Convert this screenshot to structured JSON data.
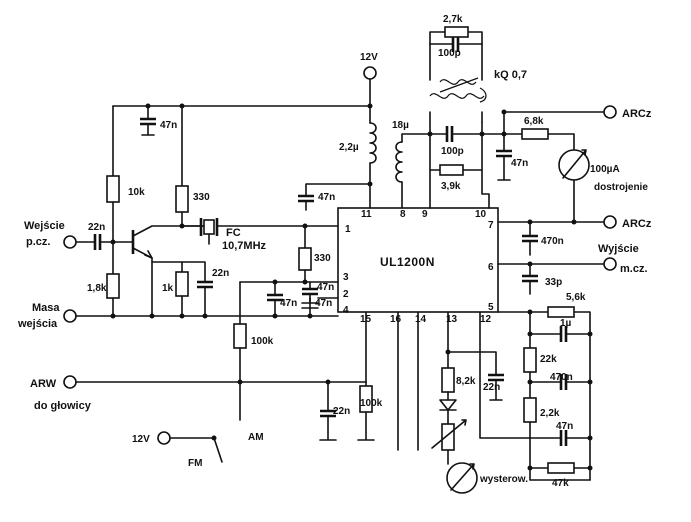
{
  "ic": {
    "name": "UL1200N",
    "pins": {
      "p1": "1",
      "p2": "2",
      "p3": "3",
      "p4": "4",
      "p5": "5",
      "p6": "6",
      "p7": "7",
      "p8": "8",
      "p9": "9",
      "p10": "10",
      "p11": "11",
      "p12": "12",
      "p13": "13",
      "p14": "14",
      "p15": "15",
      "p16": "16"
    }
  },
  "terminals": {
    "supply": "12V",
    "input_label_1": "Wejście",
    "input_label_2": "p.cz.",
    "ground_label_1": "Masa",
    "ground_label_2": "wejścia",
    "agc_label_1": "ARW",
    "agc_label_2": "do głowicy",
    "arcz_top": "ARCz",
    "arcz_mid": "ARCz",
    "output_label_1": "Wyjście",
    "output_label_2": "m.cz.",
    "switch_supply": "12V",
    "am": "AM",
    "fm": "FM"
  },
  "components": {
    "c47n_top": "47n",
    "r10k": "10k",
    "r330_top": "330",
    "fc": "FC",
    "fc_freq": "10,7MHz",
    "c22n_in": "22n",
    "r1k8": "1,8k",
    "r1k": "1k",
    "c22n_tr": "22n",
    "l2u2": "2,2µ",
    "c47n_11": "47n",
    "r330_mid": "330",
    "c47n_a": "47n",
    "c47n_b": "47n",
    "c47n_c": "47n",
    "r100k_left": "100k",
    "r2k7": "2,7k",
    "c100p_top": "100p",
    "q_label": "kQ  0,7",
    "l18u": "18µ",
    "c100p_mid": "100p",
    "r3k9": "3,9k",
    "c47n_right": "47n",
    "r6k8": "6,8k",
    "meter_top": "100µA",
    "meter_top_label": "dostrojenie",
    "c470n": "470n",
    "c33p": "33p",
    "r5k6": "5,6k",
    "c1u": "1µ",
    "r22k": "22k",
    "c470n_b": "470n",
    "r2k2": "2,2k",
    "c47n_bot": "47n",
    "r47k": "47k",
    "r8k2": "8,2k",
    "c22n_13": "22n",
    "c22n_arw": "22n",
    "r100k_bot": "100k",
    "meter_bot_label": "wysterow."
  }
}
